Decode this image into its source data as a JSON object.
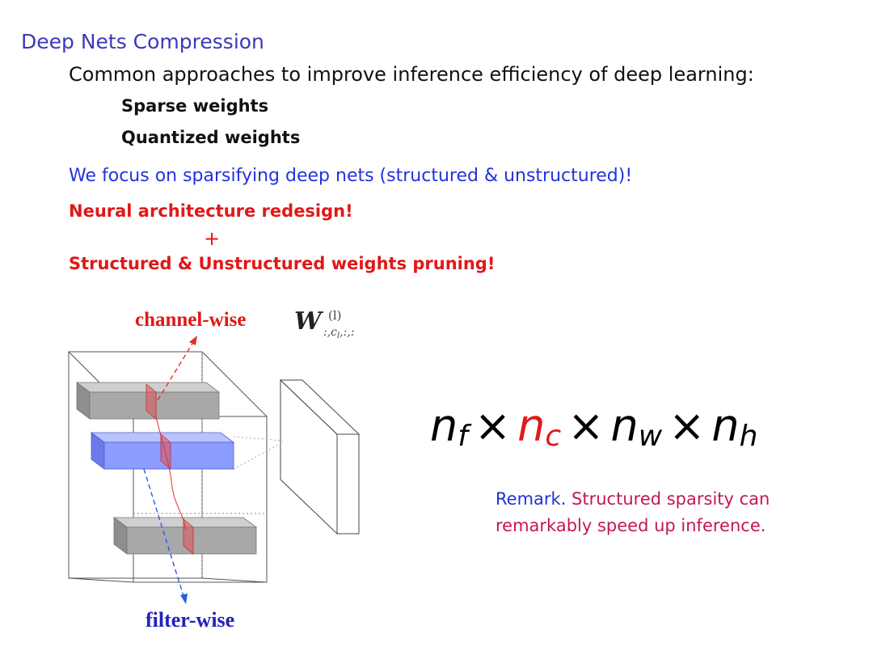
{
  "slide": {
    "title": "Deep Nets Compression",
    "intro": "Common approaches to improve inference efficiency of deep learning:",
    "bullets": [
      "Sparse weights",
      "Quantized weights"
    ],
    "focus": "We focus on sparsifying deep nets (structured & unstructured)!",
    "neural": "Neural architecture redesign!",
    "plus": "+",
    "pruning": "Structured & Unstructured weights pruning!"
  },
  "figure": {
    "channel_label": "channel-wise",
    "filter_label": "filter-wise",
    "weight_symbol": "W",
    "weight_superscript": "(l)",
    "weight_subscript": ":,c",
    "weight_subscript_index": "l",
    "weight_subscript_tail": ",:,:"
  },
  "formula": {
    "n": "n",
    "times": "×",
    "f": "f",
    "c": "c",
    "w": "w",
    "h": "h"
  },
  "remark": {
    "lead": "Remark.",
    "line1": " Structured sparsity can",
    "line2": "remarkably speed up inference."
  },
  "colors": {
    "title": "#3a3ab8",
    "focus": "#2233dd",
    "red": "#e01818",
    "remark": "#c4165a",
    "blue_tensor": "#8c9cff",
    "gray_tensor": "#a8a8a8"
  }
}
